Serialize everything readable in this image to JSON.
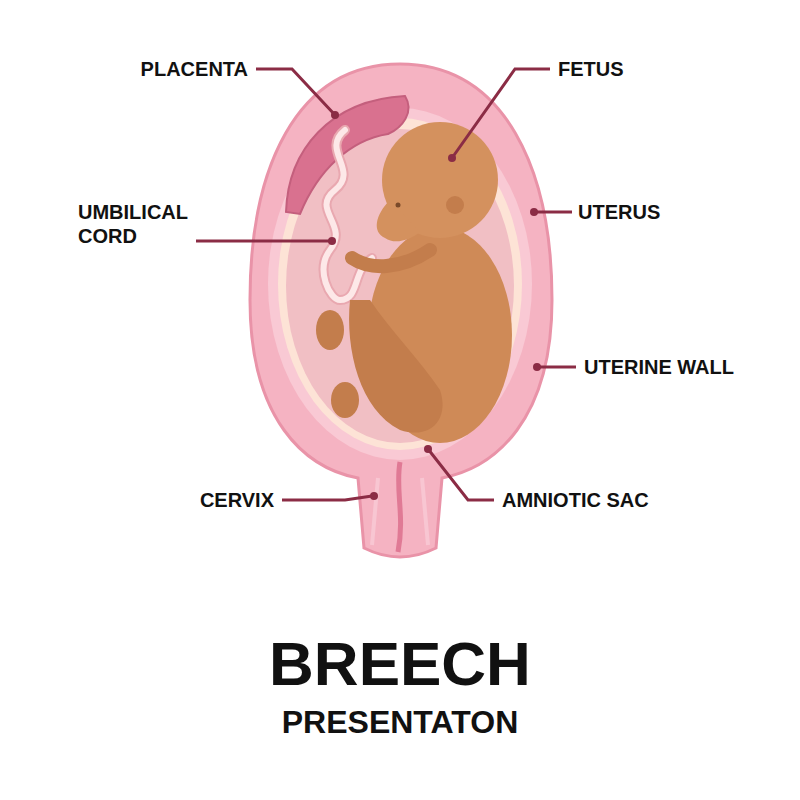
{
  "diagram": {
    "title": "BREECH",
    "caption": "PRESENTATON",
    "labels": [
      "PLACENTA",
      "FETUS",
      "UMBILICAL CORD",
      "UTERUS",
      "UTERINE WALL",
      "CERVIX",
      "AMNIOTIC SAC"
    ]
  }
}
